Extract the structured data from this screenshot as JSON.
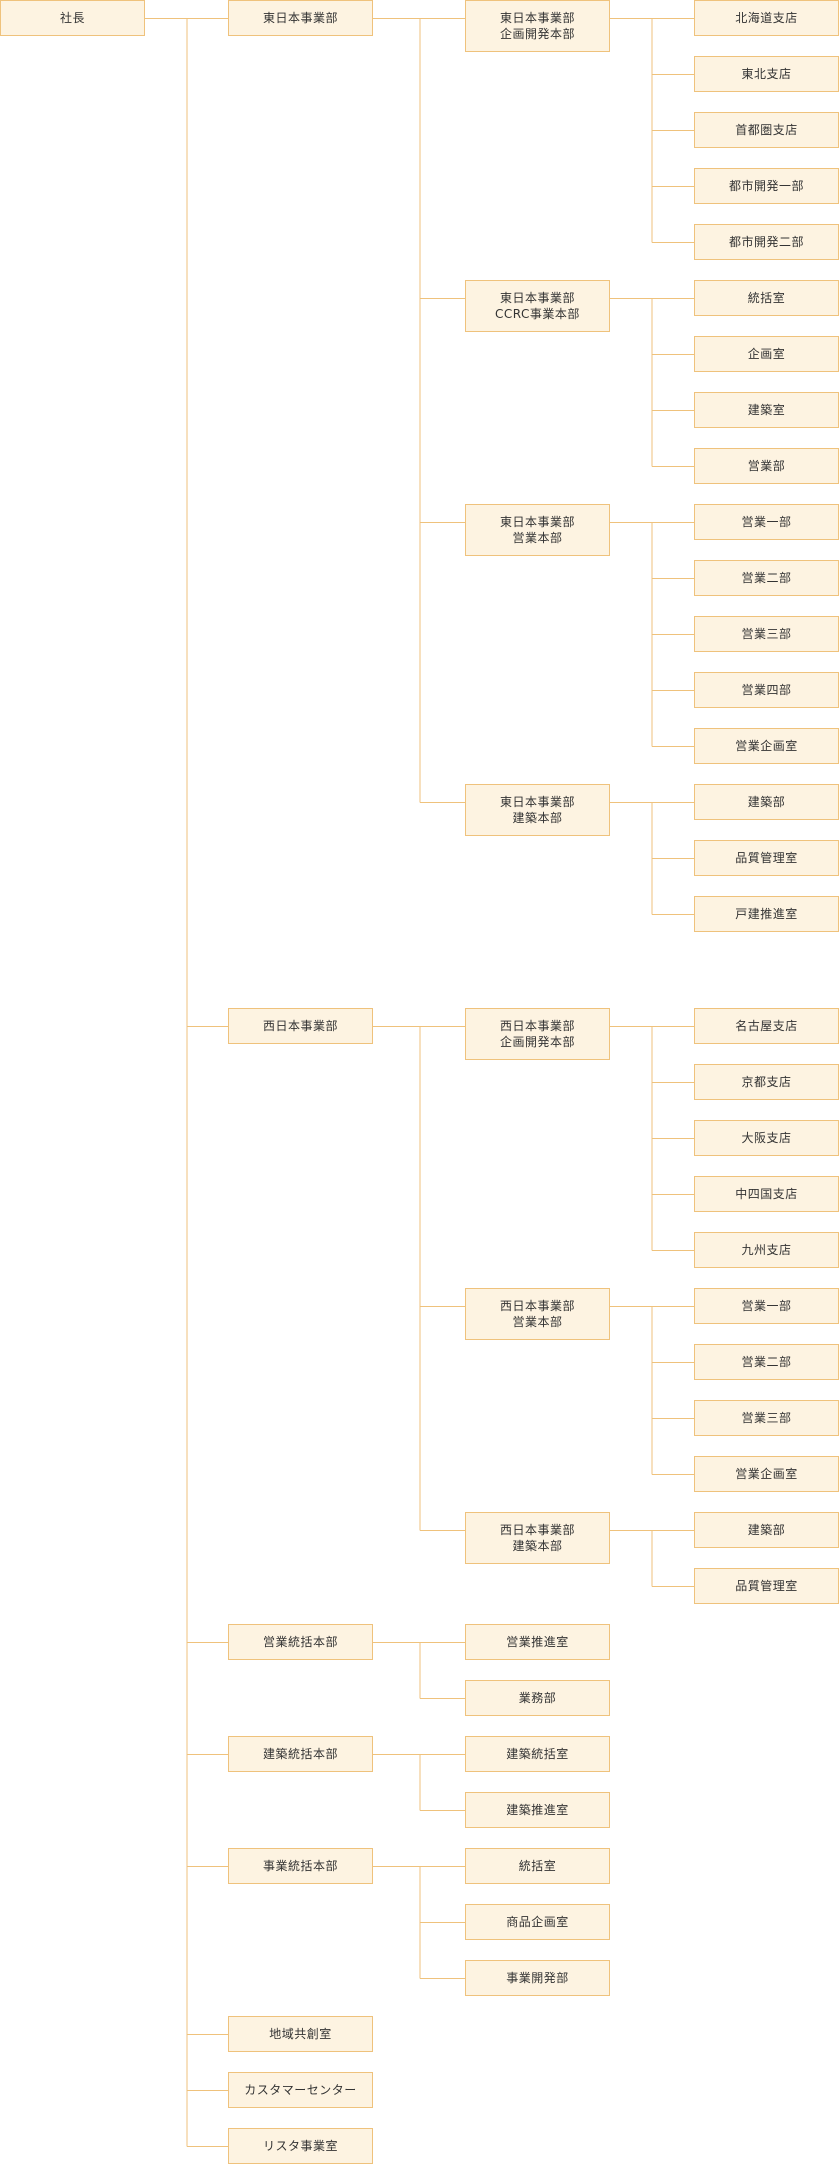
{
  "colors": {
    "box_fill": "#fdf3e1",
    "box_border": "#efc27c",
    "line": "#efc27c",
    "text": "#333333"
  },
  "org": {
    "label": "社長",
    "children": [
      {
        "label": "東日本事業部",
        "children": [
          {
            "label": "東日本事業部\n企画開発本部",
            "children": [
              {
                "label": "北海道支店"
              },
              {
                "label": "東北支店"
              },
              {
                "label": "首都圏支店"
              },
              {
                "label": "都市開発一部"
              },
              {
                "label": "都市開発二部"
              }
            ]
          },
          {
            "label": "東日本事業部\nCCRC事業本部",
            "children": [
              {
                "label": "統括室"
              },
              {
                "label": "企画室"
              },
              {
                "label": "建築室"
              },
              {
                "label": "営業部"
              }
            ]
          },
          {
            "label": "東日本事業部\n営業本部",
            "children": [
              {
                "label": "営業一部"
              },
              {
                "label": "営業二部"
              },
              {
                "label": "営業三部"
              },
              {
                "label": "営業四部"
              },
              {
                "label": "営業企画室"
              }
            ]
          },
          {
            "label": "東日本事業部\n建築本部",
            "children": [
              {
                "label": "建築部"
              },
              {
                "label": "品質管理室"
              },
              {
                "label": "戸建推進室"
              }
            ]
          }
        ]
      },
      {
        "label": "西日本事業部",
        "children": [
          {
            "label": "西日本事業部\n企画開発本部",
            "children": [
              {
                "label": "名古屋支店"
              },
              {
                "label": "京都支店"
              },
              {
                "label": "大阪支店"
              },
              {
                "label": "中四国支店"
              },
              {
                "label": "九州支店"
              }
            ]
          },
          {
            "label": "西日本事業部\n営業本部",
            "children": [
              {
                "label": "営業一部"
              },
              {
                "label": "営業二部"
              },
              {
                "label": "営業三部"
              },
              {
                "label": "営業企画室"
              }
            ]
          },
          {
            "label": "西日本事業部\n建築本部",
            "children": [
              {
                "label": "建築部"
              },
              {
                "label": "品質管理室"
              }
            ]
          }
        ]
      },
      {
        "label": "営業統括本部",
        "children": [
          {
            "label": "営業推進室"
          },
          {
            "label": "業務部"
          }
        ]
      },
      {
        "label": "建築統括本部",
        "children": [
          {
            "label": "建築統括室"
          },
          {
            "label": "建築推進室"
          }
        ]
      },
      {
        "label": "事業統括本部",
        "children": [
          {
            "label": "統括室"
          },
          {
            "label": "商品企画室"
          },
          {
            "label": "事業開発部"
          }
        ]
      },
      {
        "label": "地域共創室"
      },
      {
        "label": "カスタマーセンター"
      },
      {
        "label": "リスタ事業室"
      }
    ]
  }
}
